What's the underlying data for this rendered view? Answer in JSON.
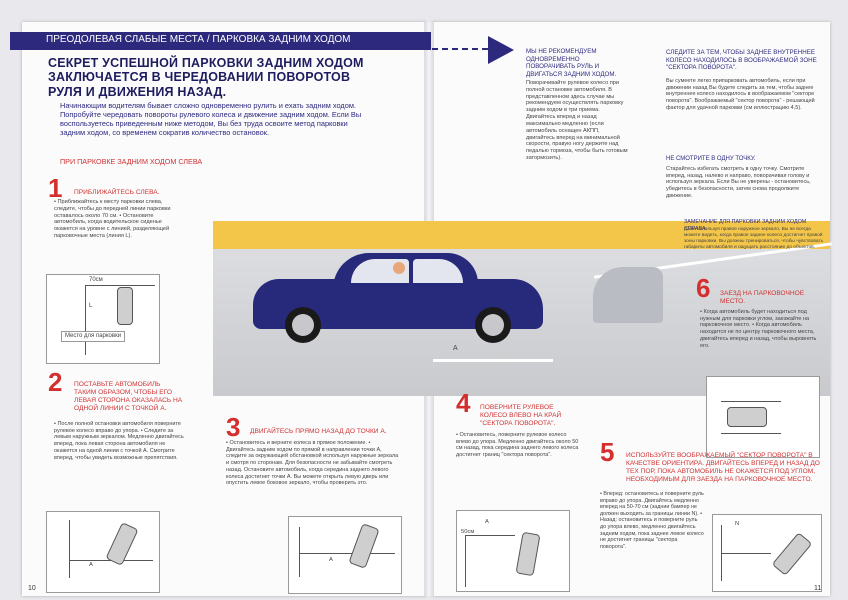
{
  "header": {
    "section": "ПРЕОДОЛЕВАЯ СЛАБЫЕ МЕСТА / ПАРКОВКА ЗАДНИМ ХОДОМ"
  },
  "title": "СЕКРЕТ УСПЕШНОЙ ПАРКОВКИ ЗАДНИМ ХОДОМ ЗАКЛЮЧАЕТСЯ В ЧЕРЕДОВАНИИ ПОВОРОТОВ РУЛЯ И ДВИЖЕНИЯ НАЗАД.",
  "intro": "Начинающим водителям бывает сложно одновременно рулить и ехать задним ходом. Попробуйте чередовать повороты рулевого колеса и движение задним ходом. Если Вы воспользуетесь приведенным ниже методом, Вы без труда освоите метод парковки задним ходом, со временем сократив количество остановок.",
  "subtitle": "ПРИ ПАРКОВКЕ ЗАДНИМ ХОДОМ СЛЕВА",
  "steps": [
    {
      "num": "1",
      "heading": "ПРИБЛИЖАЙТЕСЬ СЛЕВА.",
      "text": "• Приближайтесь к месту парковки слева, следите, чтобы до передней линии парковки оставалось около 70 см. • Остановите автомобиль, когда водительское сиденье окажется на уровне с линией, разделяющей парковочные места (линия L).",
      "diag_70": "70см",
      "diag_L": "L",
      "diag_place": "Место для парковки"
    },
    {
      "num": "2",
      "heading": "ПОСТАВЬТЕ АВТОМОБИЛЬ ТАКИМ ОБРАЗОМ, ЧТОБЫ ЕГО ЛЕВАЯ СТОРОНА ОКАЗАЛАСЬ НА ОДНОЙ ЛИНИИ С ТОЧКОЙ А.",
      "text": "• После полной остановки автомобиля поверните рулевое колесо вправо до упора. • Следите за левым наружным зеркалом. Медленно двигайтесь вперед, пока левая сторона автомобиля не окажется на одной линии с точкой А. Смотрите вперед, чтобы увидеть возможные препятствия.",
      "diag_A": "A"
    },
    {
      "num": "3",
      "heading": "ДВИГАЙТЕСЬ ПРЯМО НАЗАД ДО ТОЧКИ А.",
      "text": "• Остановитесь и верните колеса в прямое положение. • Двигайтесь задним ходом по прямой в направлении точки А, следите за окружающей обстановкой используя наружные зеркала и смотря по сторонам. Для безопасности не забывайте смотреть назад. Остановите автомобиль, когда середина заднего левого колеса достигнет точки А. Вы можете открыть левую дверь или опустить левое боковое зеркало, чтобы проверить это.",
      "diag_A": "A"
    },
    {
      "num": "4",
      "heading": "ПОВЕРНИТЕ РУЛЕВОЕ КОЛЕСО ВЛЕВО НА КРАЙ \"СЕКТОРА ПОВОРОТА\".",
      "text": "• Остановитесь, поверните рулевое колесо влево до упора. Медленно двигайтесь около 50 см назад, пока середина заднего левого колеса достигнет границ \"сектора поворота\".",
      "diag_50": "50см",
      "diag_A": "A"
    },
    {
      "num": "5",
      "heading": "ИСПОЛЬЗУЙТЕ ВООБРАЖАЕМЫЙ \"СЕКТОР ПОВОРОТА\" В КАЧЕСТВЕ ОРИЕНТИРА. ДВИГАЙТЕСЬ ВПЕРЕД И НАЗАД ДО ТЕХ ПОР, ПОКА АВТОМОБИЛЬ НЕ ОКАЖЕТСЯ ПОД УГЛОМ, НЕОБХОДИМЫМ ДЛЯ ЗАЕЗДА НА ПАРКОВОЧНОЕ МЕСТО.",
      "text": "• Вперед: остановитесь и поверните руль вправо до упора. Двигайтесь медленно вперед на 50-70 см (заднии бампер не должен выходить за границы линии N). • Назад: остановитесь и поверните руль до упора влево, медленно двигайтесь задним ходом, пока заднее левое колесо не достигнет границы \"сектора поворота\".",
      "diag_N": "N"
    },
    {
      "num": "6",
      "heading": "ЗАЕЗД НА ПАРКОВОЧНОЕ МЕСТО.",
      "text": "• Когда автомобиль будет находиться под нужным для парковки углом, заезжайте на парковочное место. • Когда автомобиль находится не по центру парковочного места, двигайтесь вперед и назад, чтобы выровнять его."
    }
  ],
  "right_col1": {
    "heading": "МЫ НЕ РЕКОМЕНДУЕМ ОДНОВРЕМЕННО ПОВОРАЧИВАТЬ РУЛЬ И ДВИГАТЬСЯ ЗАДНИМ ХОДОМ.",
    "text": "Поворачивайте рулевое колесо при полной остановке автомобиля. В представленном здесь случае мы рекомендуем осуществлять парковку задним ходом в три приема. Двигайтесь вперед и назад максимально медленно (если автомобиль оснащен АКПП, двигайтесь вперед на минимальной скорости, правую ногу держите над педалью тормоза, чтобы быть готовым затормозить)."
  },
  "right_col2": {
    "heading": "СЛЕДИТЕ ЗА ТЕМ, ЧТОБЫ ЗАДНЕЕ ВНУТРЕННЕЕ КОЛЕСО НАХОДИЛОСЬ В ВООБРАЖАЕМОЙ ЗОНЕ \"СЕКТОРА ПОВОРОТА\".",
    "text": "Вы сумеете легко припарковать автомобиль, если при движении назад Вы будете следить за тем, чтобы заднее внутреннее колесо находилось в воображаемом \"секторе поворота\". Воображаемый \"сектор поворота\" - решающий фактор для удачной парковки (см иллюстрацию 4,5).",
    "heading2": "НЕ СМОТРИТЕ В ОДНУ ТОЧКУ.",
    "text2": "Старайтесь избегать смотреть в одну точку. Смотрите вперед, назад, налево и направо, поворачивая голову и используя зеркала. Если Вы не уверены - остановитесь, убедитесь в безопасности, затем снова продолжите движение."
  },
  "photo_note": {
    "heading": "ЗАМЕЧАНИЕ ДЛЯ ПАРКОВКИ ЗАДНИМ ХОДОМ СПРАВА.",
    "text": "Даже используя правое наружное зеркало, Вы не всегда можете видеть, когда правое заднее колесо достигнет правой зоны парковки. Вы должны тренироваться, чтобы чувствовать габариты автомобиля и ощущать расстояние до объектов."
  },
  "photo_label_A": "A",
  "page_left": "10",
  "page_right": "11",
  "colors": {
    "navy": "#2d2a7e",
    "red": "#d42e2e",
    "yellow": "#f3c64a"
  }
}
